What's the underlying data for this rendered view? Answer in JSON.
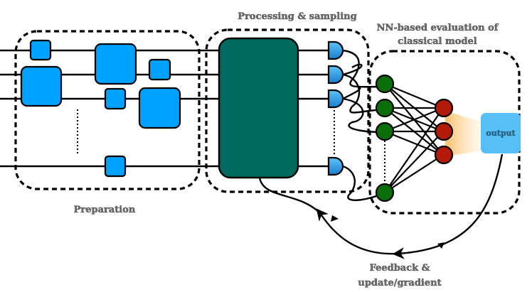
{
  "diagram": {
    "stages": {
      "preparation": {
        "label": "Preparation"
      },
      "processing": {
        "label": "Processing & sampling"
      },
      "evaluation": {
        "label_line1": "NN-based evaluation of",
        "label_line2": "classical model"
      },
      "feedback": {
        "label_line1": "Feedback &",
        "label_line2": "update/gradient"
      }
    },
    "output_node": {
      "label": "output"
    },
    "neural_network": {
      "input_nodes": 4,
      "hidden_nodes": 3
    },
    "qubit_wires": 4,
    "measurement_detectors": 4,
    "colors": {
      "gate_fill": "#00a2ff",
      "processing_block": "#006a60",
      "input_node": "#0a6e0a",
      "hidden_node": "#b31a0a",
      "output_box": "#56bff5",
      "glow": "#ffc870",
      "detector": "#3aa4e8"
    }
  }
}
